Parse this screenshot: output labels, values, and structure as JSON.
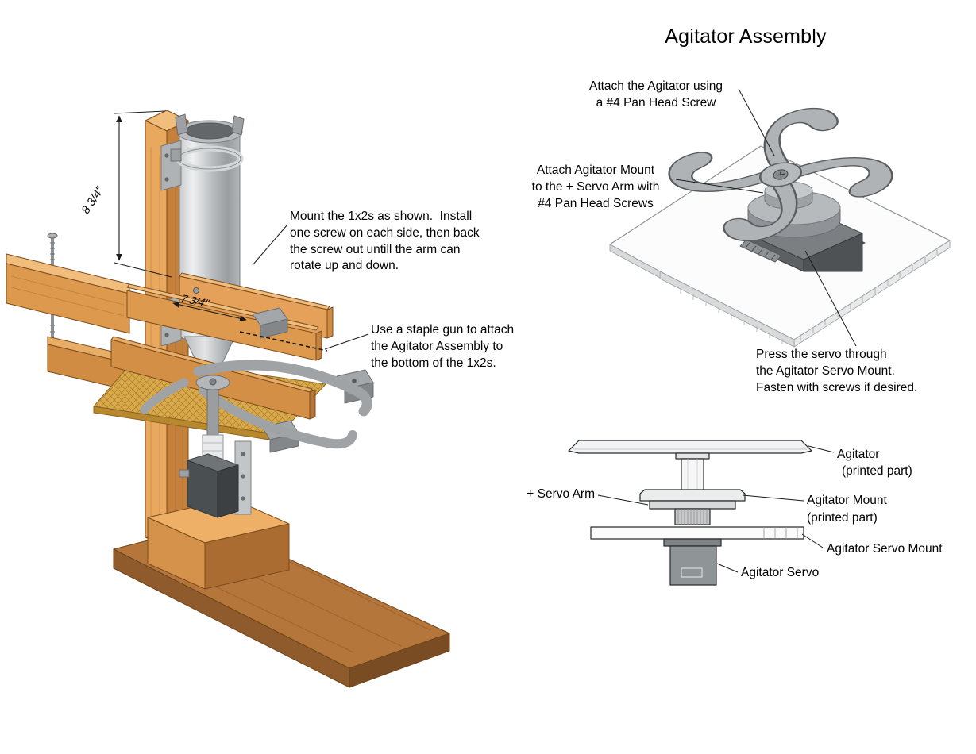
{
  "title": "Agitator Assembly",
  "palette": {
    "wood_light": "#f0bd7d",
    "wood_medium": "#dd9a4e",
    "wood_dark": "#b5763c",
    "pad_tan": "#d9a94c",
    "metal_gray": "#b0b3b5",
    "servo_gray": "#4a4f52",
    "ink": "#1a1a1a",
    "background": "#ffffff"
  },
  "main_view": {
    "dim_height": "8 3/4\"",
    "dim_arm": "7 3/4\"",
    "note_mount_arms": "Mount the 1x2s as shown.  Install\none screw on each side, then back\nthe screw out untill the arm can\nrotate up and down.",
    "note_staple": "Use a staple gun to attach\nthe Agitator Assembly to\nthe bottom of the 1x2s."
  },
  "assembly_view": {
    "callout_agitator": "Attach the Agitator using\na #4 Pan Head Screw",
    "callout_mount": "Attach Agitator Mount\nto the + Servo Arm with\n#4 Pan Head Screws",
    "callout_servo": "Press the servo through\nthe Agitator Servo Mount.\nFasten with screws if desired."
  },
  "side_view": {
    "agitator": "Agitator",
    "agitator_sub": "(printed part)",
    "servo_arm": "+ Servo Arm",
    "mount": "Agitator Mount",
    "mount_sub": "(printed part)",
    "servo_mount": "Agitator Servo Mount",
    "servo": "Agitator Servo"
  }
}
